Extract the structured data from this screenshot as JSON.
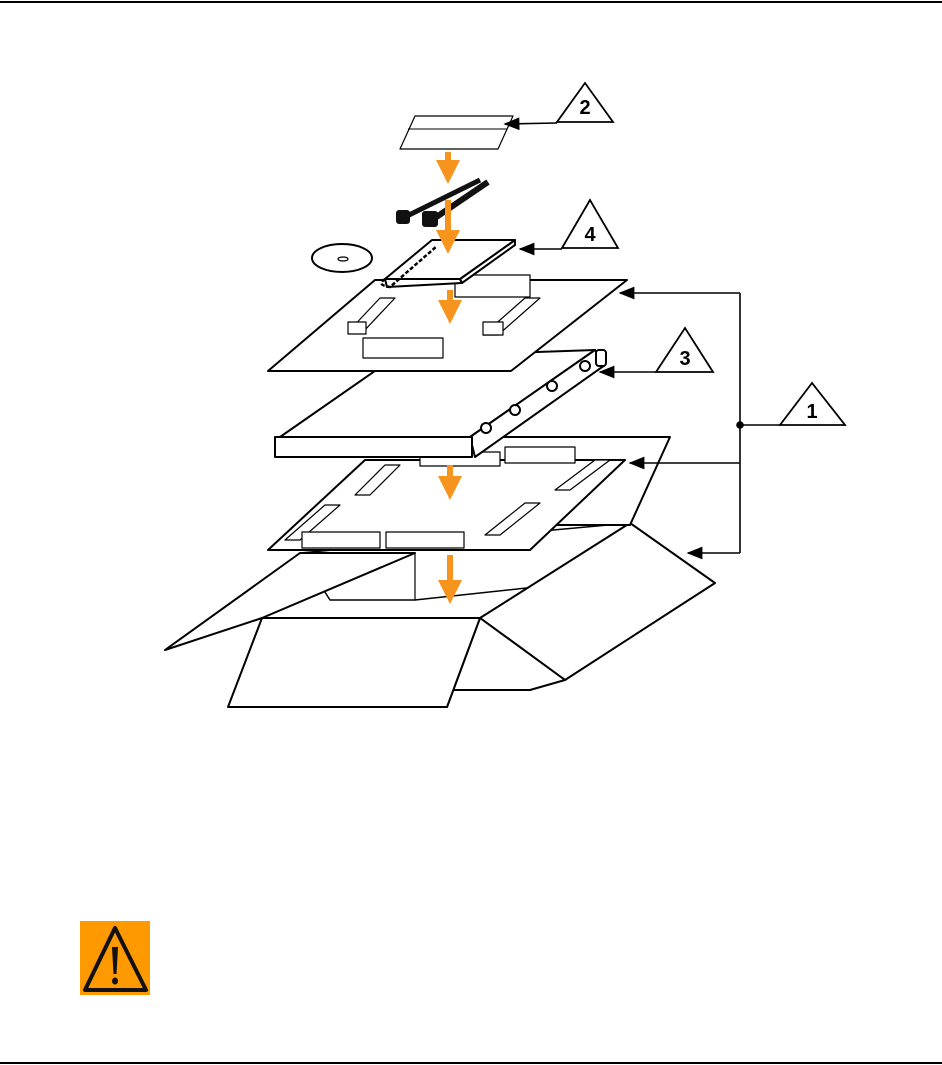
{
  "diagram": {
    "callouts": [
      {
        "label": "1"
      },
      {
        "label": "2"
      },
      {
        "label": "3"
      },
      {
        "label": "4"
      }
    ],
    "colors": {
      "arrow": "#F7941D",
      "line": "#000000",
      "warning": "#FF9900"
    }
  },
  "warning": {
    "icon": "warning-triangle-icon"
  }
}
